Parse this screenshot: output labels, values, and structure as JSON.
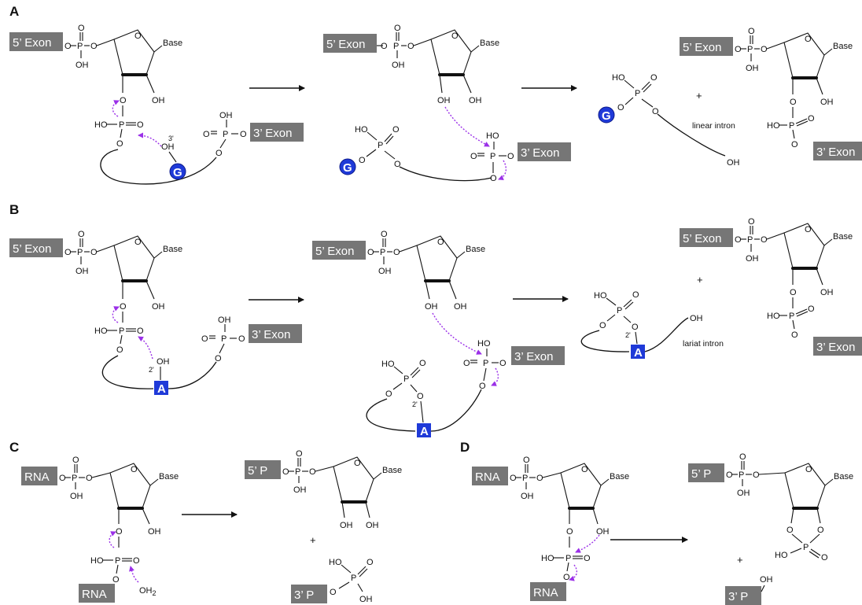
{
  "panels": [
    "A",
    "B",
    "C",
    "D"
  ],
  "boxes": {
    "exon5": "5’ Exon",
    "exon3": "3’ Exon",
    "rna": "RNA",
    "p5": "5’ P",
    "p3": "3’ P"
  },
  "atoms": {
    "o": "O",
    "p": "P",
    "oh": "OH",
    "ho": "HO",
    "base": "Base",
    "oh2": "OH"
  },
  "small": {
    "three_prime": "3'",
    "two_prime": "2'",
    "h2_sub": "2"
  },
  "bases": {
    "g": "G",
    "a": "A"
  },
  "captions": {
    "linear_intron": "linear intron",
    "lariat_intron": "lariat intron"
  },
  "plus": "+"
}
